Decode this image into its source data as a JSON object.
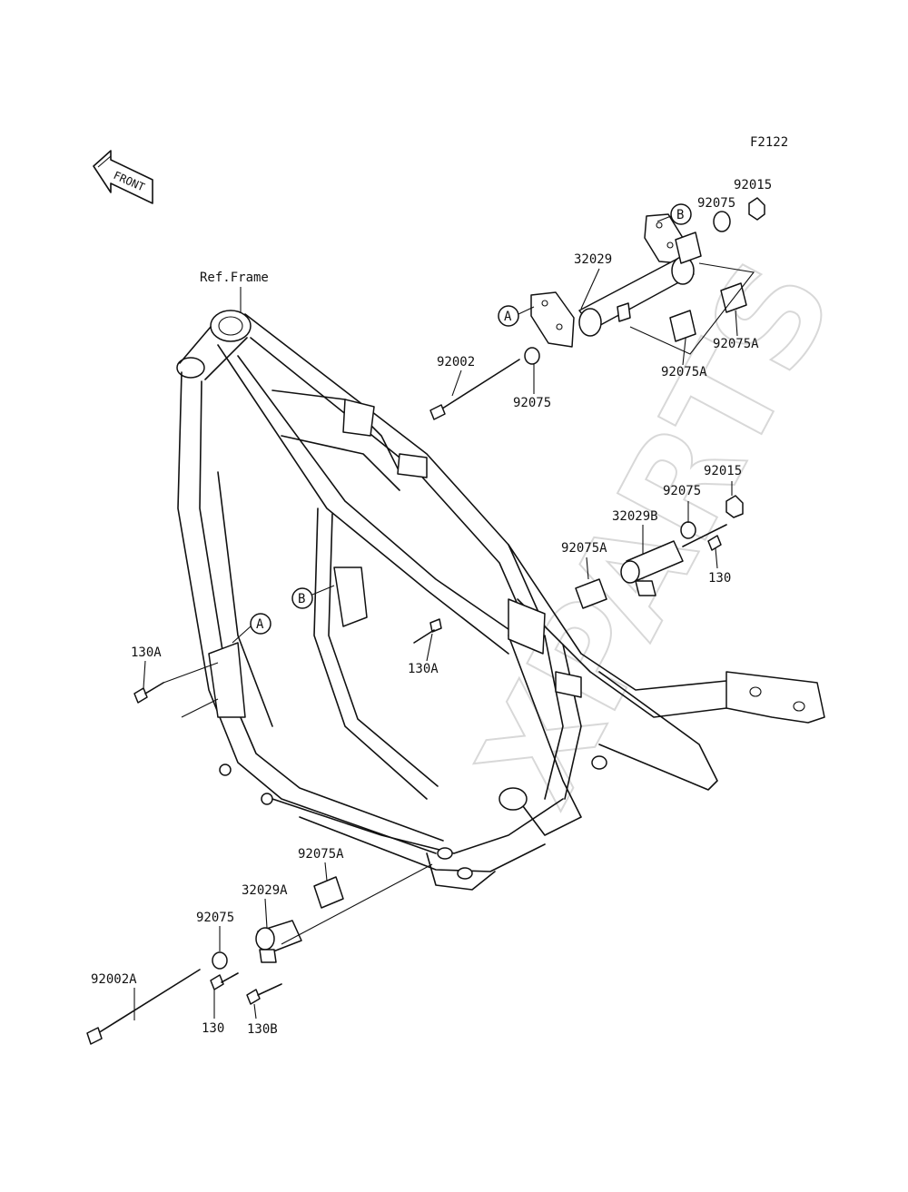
{
  "figure_code": "F2122",
  "front_label": "FRONT",
  "watermark": "XPARTS",
  "ref_frame": "Ref.Frame",
  "callouts": {
    "a": "A",
    "b": "B"
  },
  "parts": {
    "p92015_top": "92015",
    "p92075_top": "92075",
    "p32029": "32029",
    "p92002": "92002",
    "p92075_mid": "92075",
    "p92075A_right": "92075A",
    "p92075A_mid": "92075A",
    "p92015_right": "92015",
    "p92075_right": "92075",
    "p32029B": "32029B",
    "p92075A_left": "92075A",
    "p130_right": "130",
    "p130A_left": "130A",
    "p130A_center": "130A",
    "p92075A_bottom": "92075A",
    "p32029A": "32029A",
    "p92075_bottom": "92075",
    "p92002A": "92002A",
    "p130_bottom": "130",
    "p130B": "130B"
  }
}
